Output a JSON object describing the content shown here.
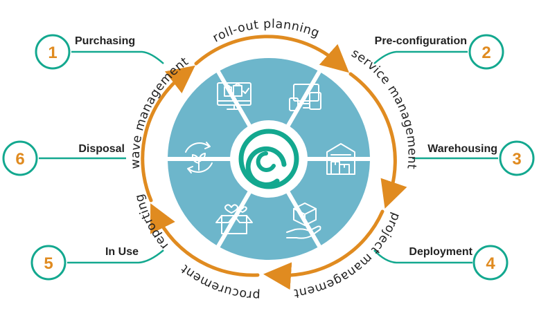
{
  "colors": {
    "teal": "#13a88f",
    "orange": "#e08b20",
    "segment": "#6db6cb",
    "icon_line": "#ffffff",
    "text": "#222222"
  },
  "center_logo": {
    "icon": "swirl-logo-icon"
  },
  "stages": [
    {
      "number": "1",
      "label": "Purchasing",
      "icon": "computer-shopping-icon"
    },
    {
      "number": "2",
      "label": "Pre-configuration",
      "icon": "devices-icon"
    },
    {
      "number": "3",
      "label": "Warehousing",
      "icon": "warehouse-icon"
    },
    {
      "number": "4",
      "label": "Deployment",
      "icon": "package-hand-icon"
    },
    {
      "number": "5",
      "label": "In Use",
      "icon": "box-hearts-icon"
    },
    {
      "number": "6",
      "label": "Disposal",
      "icon": "recycle-leaf-icon"
    }
  ],
  "ring_labels": [
    "roll-out planning",
    "service management",
    "project management",
    "procurement",
    "reporting",
    "wave management"
  ]
}
